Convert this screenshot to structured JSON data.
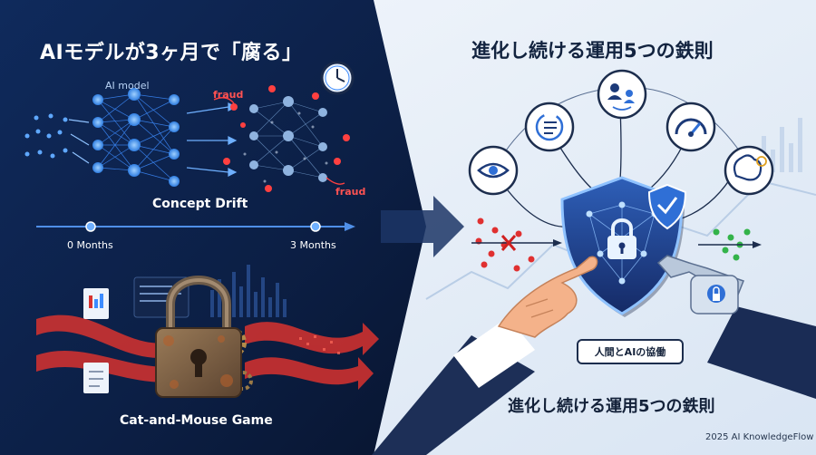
{
  "left": {
    "title": "AIモデルが3ヶ月で「腐る」",
    "model_label": "AI model",
    "fraud_label_1": "fraud",
    "fraud_label_2": "fraud",
    "drift_label": "Concept Drift",
    "timeline_start": "0 Months",
    "timeline_end": "3 Months",
    "game_label": "Cat-and-Mouse Game"
  },
  "right": {
    "title": "進化し続ける運用5つの鉄則",
    "bubble": "人間とAIの協働",
    "subtitle": "進化し続ける運用5つの鉄則"
  },
  "footer": {
    "credit": "2025 AI KnowledgeFlow"
  },
  "colors": {
    "left_bg": "#0c1f45",
    "right_bg": "#e6eef8",
    "accent_blue": "#3d8cff",
    "fraud_red": "#ff4040",
    "safe_green": "#33b34a",
    "shield_navy": "#1a3270"
  },
  "icons": [
    "eye-icon",
    "refresh-list-icon",
    "user-swap-icon",
    "gauge-icon",
    "brain-bulb-icon",
    "lock-icon",
    "checkmark-icon",
    "clock-icon"
  ]
}
